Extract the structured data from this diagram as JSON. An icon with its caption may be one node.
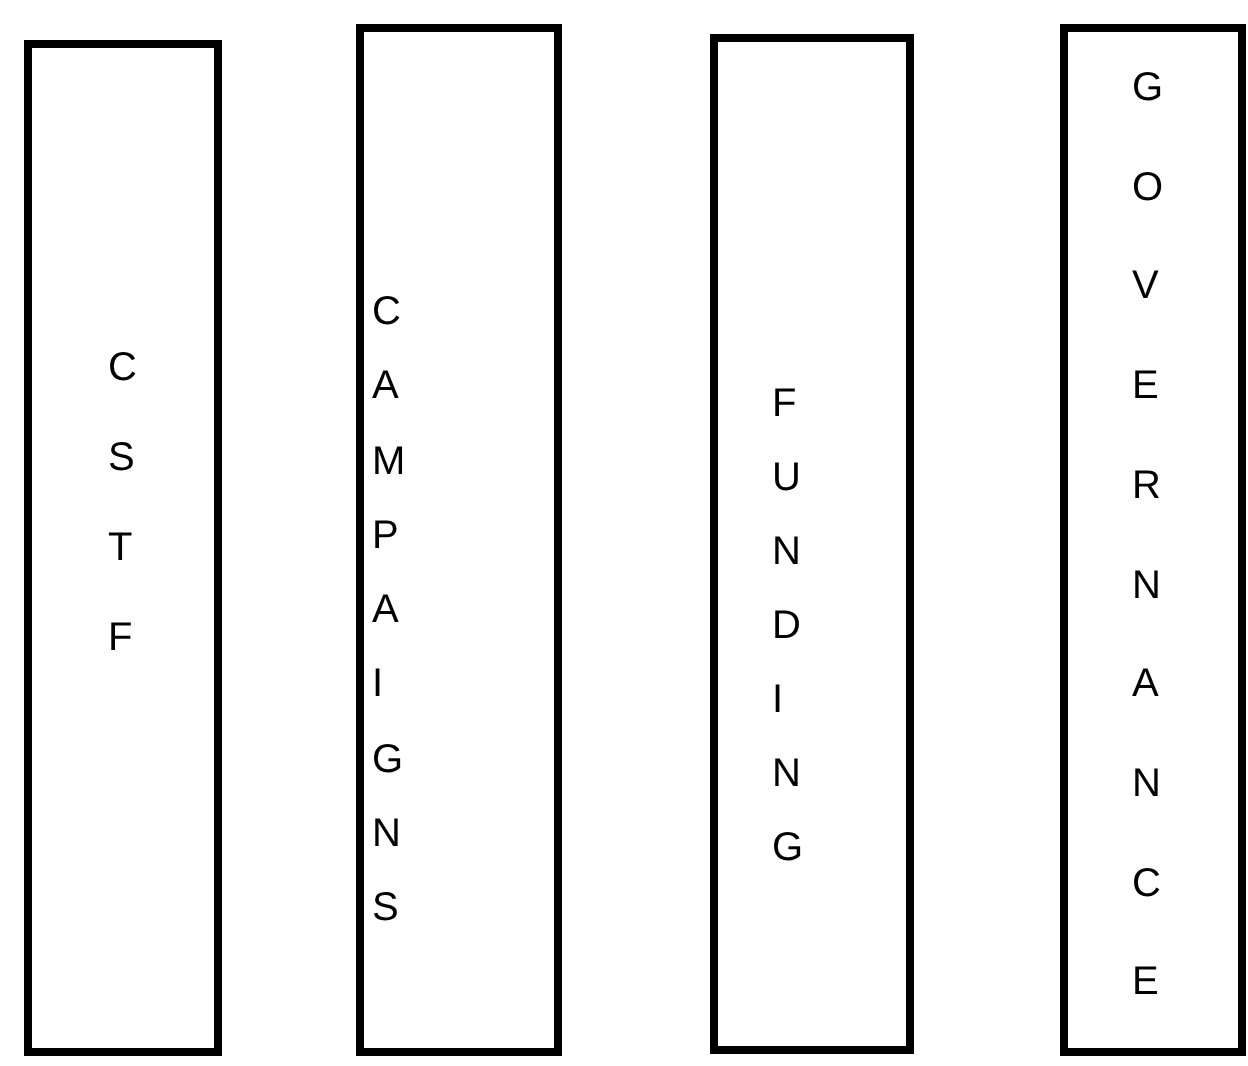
{
  "diagram": {
    "nodes": [
      {
        "text": [
          "CSTF"
        ]
      },
      {
        "text": [
          "CAMPAIGNS"
        ]
      },
      {
        "text": [
          "FUNDING"
        ]
      },
      {
        "text": [
          "GOVERNANCE"
        ]
      }
    ]
  }
}
